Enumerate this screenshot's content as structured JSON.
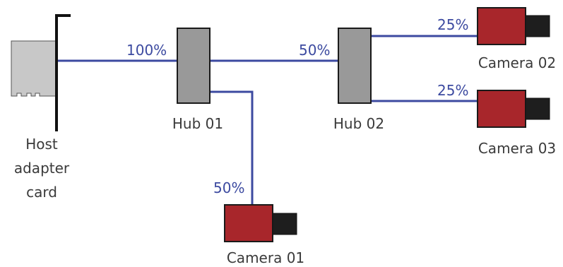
{
  "host": {
    "label_lines": [
      "Host",
      "adapter",
      "card"
    ]
  },
  "hubs": [
    {
      "label": "Hub 01"
    },
    {
      "label": "Hub 02"
    }
  ],
  "cameras": [
    {
      "label": "Camera 01"
    },
    {
      "label": "Camera 02"
    },
    {
      "label": "Camera 03"
    }
  ],
  "bandwidth": {
    "host_to_hub01": "100%",
    "hub01_to_hub02": "50%",
    "hub01_to_camera01": "50%",
    "hub02_to_camera02": "25%",
    "hub02_to_camera03": "25%"
  },
  "colors": {
    "link": "#3c4aa0",
    "camera_body": "#a8262b",
    "camera_lens": "#1e1e1e",
    "hub": "#999999",
    "card": "#c8c8c8"
  }
}
